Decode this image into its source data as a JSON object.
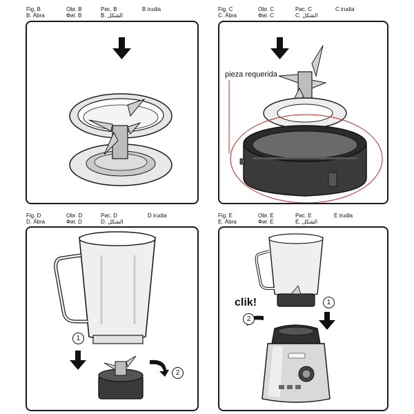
{
  "figures": {
    "b": {
      "lines": [
        "Fig. B",
        "B. Ábra"
      ],
      "col2": [
        "Obr. B",
        "Фиг. B"
      ],
      "col3": [
        "Рис. B",
        "B. الشكل"
      ],
      "col4": [
        "B irudia"
      ]
    },
    "c": {
      "lines": [
        "Fig. C",
        "C. Ábra"
      ],
      "col2": [
        "Obr. C",
        "Фиг. C"
      ],
      "col3": [
        "Рис. C",
        "C. الشكل"
      ],
      "col4": [
        "C irudia"
      ],
      "annotation": "pieza requerida"
    },
    "d": {
      "lines": [
        "Fig. D",
        "D. Ábra"
      ],
      "col2": [
        "Obr. D",
        "Фиг. D"
      ],
      "col3": [
        "Рис. D",
        "D. الشكل"
      ],
      "col4": [
        "D irudia"
      ],
      "step1": "1",
      "step2": "2"
    },
    "e": {
      "lines": [
        "Fig. E",
        "E. Ábra"
      ],
      "col2": [
        "Obr. E",
        "Фиг. E"
      ],
      "col3": [
        "Рис. E",
        "E. الشكل"
      ],
      "col4": [
        "E irudia"
      ],
      "clik": "clik!",
      "step1": "1",
      "step2": "2"
    }
  },
  "colors": {
    "outline": "#1a1a1a",
    "light_gray": "#d9d9d9",
    "mid_gray": "#b5b5b5",
    "dark_base": "#3a3a3a",
    "annotation_red": "#cc2222"
  }
}
